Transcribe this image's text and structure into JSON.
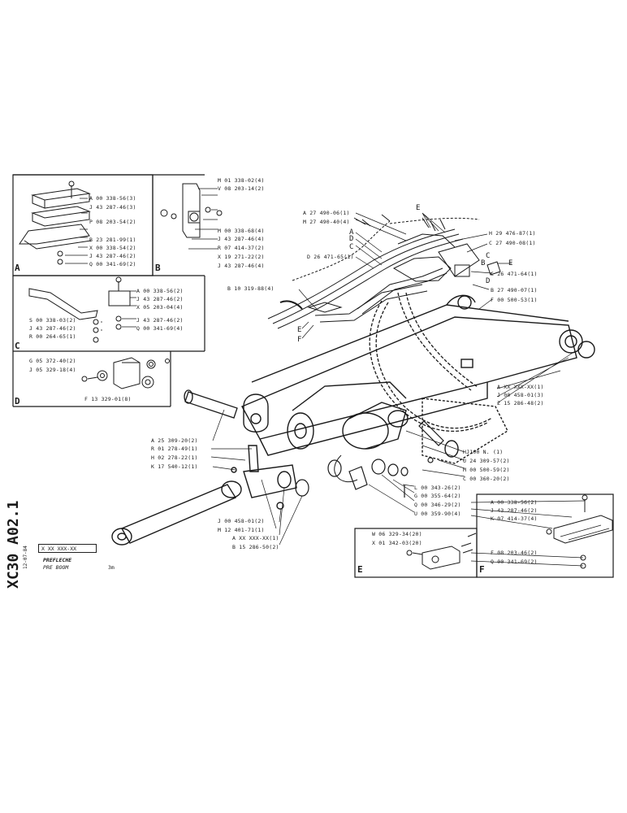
{
  "sheet": {
    "code": "XC30 A02.1",
    "date": "12-07-84"
  },
  "title_block": {
    "code_box": "X XX XXX-XX",
    "title_fr": "PREFLECHE",
    "title_en": "PRE BOOM",
    "size": "3m"
  },
  "insets": {
    "A": {
      "letter": "A",
      "callouts": [
        "A 00 338-56(3)",
        "J 43 287-46(3)",
        "P 08 203-54(2)",
        "B 23 281-99(1)",
        "X 00 338-54(2)",
        "J 43 287-46(2)",
        "Q 00 341-69(2)"
      ]
    },
    "B": {
      "letter": "B",
      "callouts": [
        "M 01 338-02(4)",
        "V 08 203-14(2)",
        "M 00 338-68(4)",
        "J 43 287-46(4)",
        "R 07 414-37(2)",
        "X 19 271-22(2)",
        "J 43 287-46(4)"
      ]
    },
    "C": {
      "letter": "C",
      "callouts": [
        "A 00 338-56(2)",
        "J 43 287-46(2)",
        "X 05 203-04(4)",
        "S 00 338-03(2)",
        "J 43 287-46(2)",
        "R 00 264-65(1)",
        "J 43 287-46(2)",
        "Q 00 341-69(4)"
      ]
    },
    "D": {
      "letter": "D",
      "callouts": [
        "G 05 372-40(2)",
        "J 05 329-18(4)",
        "F 13 329-01(8)"
      ]
    },
    "E": {
      "letter": "E",
      "callouts": [
        "W 06 329-34(20)",
        "X 01 342-03(20)"
      ]
    },
    "F": {
      "letter": "F",
      "callouts": [
        "A 00 338-56(2)",
        "J 43 287-46(2)",
        "K 07 414-37(4)",
        "F 08 203-46(2)",
        "Q 00 341-69(2)"
      ]
    }
  },
  "main_callouts": {
    "hoses": [
      "A 27 490-06(1)",
      "M 27 490-40(4)",
      "D 26 471-65(1)",
      "B 10 319-88(4)",
      "H 29 476-87(1)",
      "C 27 490-08(1)",
      "C 26 471-64(1)",
      "B 27 490-07(1)",
      "F 00 500-53(1)"
    ],
    "letters": [
      "E",
      "A",
      "D",
      "C",
      "C",
      "B",
      "E",
      "D",
      "E",
      "F"
    ],
    "right": [
      "A XX XXX-XX(1)",
      "J 00 458-01(3)",
      "Z 15 286-48(2)"
    ],
    "pin_left": [
      "A 25 309-20(2)",
      "R 01 278-49(1)",
      "H 02 278-22(1)",
      "K 17 540-12(1)"
    ],
    "center": [
      "HJ100 N. (1)",
      "U 24 309-57(2)",
      "M 00 500-59(2)",
      "C 00 360-20(2)",
      "L 00 343-26(2)",
      "G 00 355-64(2)",
      "Q 00 346-29(2)",
      "U 00 359-90(4)"
    ],
    "bottom": [
      "J 00 458-01(2)",
      "M 12 401-71(1)",
      "A XX XXX-XX(1)",
      "B 15 286-50(2)"
    ]
  }
}
